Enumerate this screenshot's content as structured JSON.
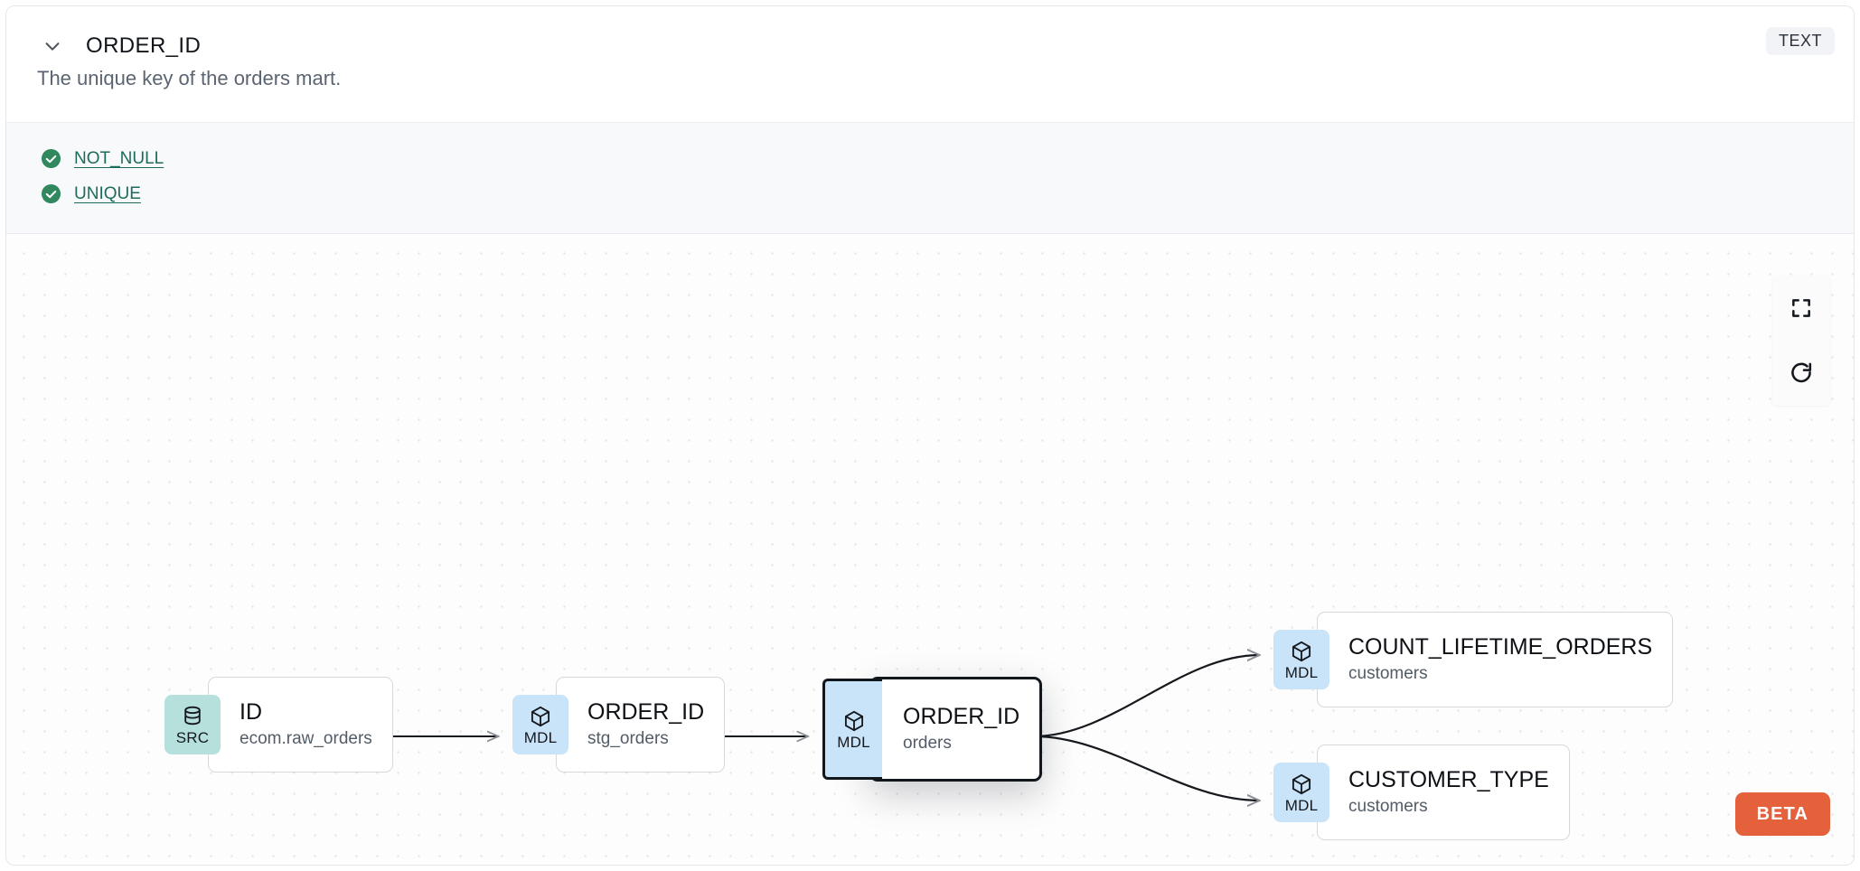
{
  "header": {
    "chevron_icon": "chevron-down-icon",
    "column_name": "ORDER_ID",
    "type_badge": "TEXT",
    "description": "The unique key of the orders mart."
  },
  "tests": [
    {
      "icon": "check-circle-icon",
      "label": "NOT_NULL",
      "status": "passing"
    },
    {
      "icon": "check-circle-icon",
      "label": "UNIQUE",
      "status": "passing"
    }
  ],
  "lineage": {
    "nodes": [
      {
        "id": "src",
        "badge": "SRC",
        "badge_icon": "database-icon",
        "name": "ID",
        "sub": "ecom.raw_orders",
        "selected": false
      },
      {
        "id": "stg",
        "badge": "MDL",
        "badge_icon": "cube-icon",
        "name": "ORDER_ID",
        "sub": "stg_orders",
        "selected": false
      },
      {
        "id": "orders",
        "badge": "MDL",
        "badge_icon": "cube-icon",
        "name": "ORDER_ID",
        "sub": "orders",
        "selected": true
      },
      {
        "id": "count",
        "badge": "MDL",
        "badge_icon": "cube-icon",
        "name": "COUNT_LIFETIME_ORDERS",
        "sub": "customers",
        "selected": false
      },
      {
        "id": "custtype",
        "badge": "MDL",
        "badge_icon": "cube-icon",
        "name": "CUSTOMER_TYPE",
        "sub": "customers",
        "selected": false
      }
    ],
    "edges": [
      {
        "from": "src",
        "to": "stg"
      },
      {
        "from": "stg",
        "to": "orders"
      },
      {
        "from": "orders",
        "to": "count"
      },
      {
        "from": "orders",
        "to": "custtype"
      }
    ],
    "controls": [
      {
        "id": "fit-view",
        "icon": "fit-view-icon"
      },
      {
        "id": "reset",
        "icon": "refresh-icon"
      }
    ],
    "beta_label": "BETA"
  },
  "colors": {
    "src_badge": "#b6e0dc",
    "mdl_badge": "#c9e4f8",
    "test_pass": "#31885f",
    "test_link": "#1f6b5b",
    "beta": "#e4613c",
    "selected_border": "#12161d"
  }
}
